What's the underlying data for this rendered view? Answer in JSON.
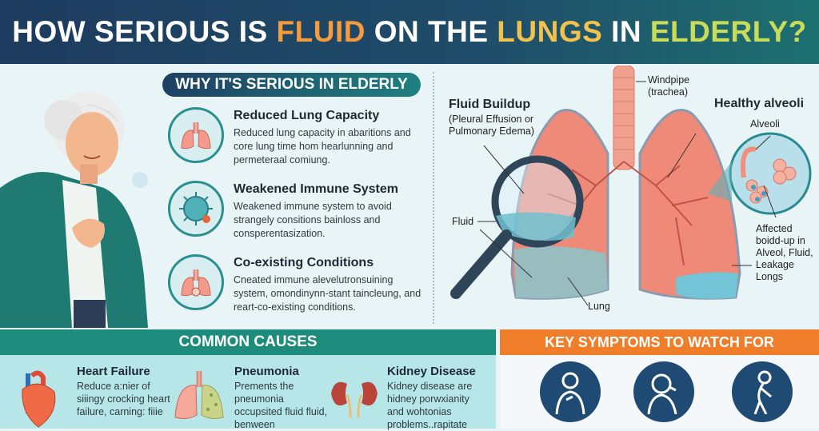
{
  "title": {
    "part1": "HOW SERIOUS IS ",
    "part2": "FLUID",
    "part3": " ON THE ",
    "part4": "LUNGS",
    "part5": " IN ",
    "part6": "ELDERLY?"
  },
  "why": {
    "heading": "WHY IT'S SERIOUS IN ELDERLY",
    "items": [
      {
        "title": "Reduced Lung Capacity",
        "text": "Reduced lung capacity in abaritions and core lung time hom hearlunning and permeteraal comiung.",
        "icon": "lungs-icon"
      },
      {
        "title": "Weakened Immune System",
        "text": "Weakened immune system to avoid strangely consitions bainloss and consperentasization.",
        "icon": "virus-icon"
      },
      {
        "title": "Co-existing Conditions",
        "text": "Cneated immune alevelutronsuining system, omondinynn-stant taincleung, and reart-co-existing conditions.",
        "icon": "lungs-icon"
      }
    ]
  },
  "diagram": {
    "fluid_buildup": "Fluid Buildup",
    "fluid_buildup_sub": "(Pleural Effusion or Pulmonary Edema)",
    "windpipe": "Windpipe (trachea)",
    "healthy": "Healthy alveoli",
    "alveoli": "Alveoli",
    "fluid": "Fluid",
    "lung": "Lung",
    "affected": "Affected boidd-up in Alveol, Fluid, Leakage Longs"
  },
  "causes": {
    "heading": "COMMON CAUSES",
    "items": [
      {
        "title": "Heart Failure",
        "text": "Reduce a:nier of siiingy crocking heart failure, carning: fiiie",
        "icon": "heart-icon"
      },
      {
        "title": "Pneumonia",
        "text": "Prements the pneumonia occupsited fluid fluid, benween",
        "icon": "infected-lungs-icon"
      },
      {
        "title": "Kidney Disease",
        "text": "Kidney disease are hidney porwxianity and wohtonias problems..rapitate",
        "icon": "kidney-icon"
      }
    ]
  },
  "symptoms": {
    "heading": "KEY SYMPTOMS TO WATCH FOR",
    "icons": [
      "breathless-person-icon",
      "coughing-person-icon",
      "fatigued-person-icon"
    ]
  },
  "colors": {
    "navy": "#1d3b5e",
    "teal": "#1e8c7c",
    "orange": "#ef7d2a",
    "symptom_circle": "#1f4a74"
  }
}
